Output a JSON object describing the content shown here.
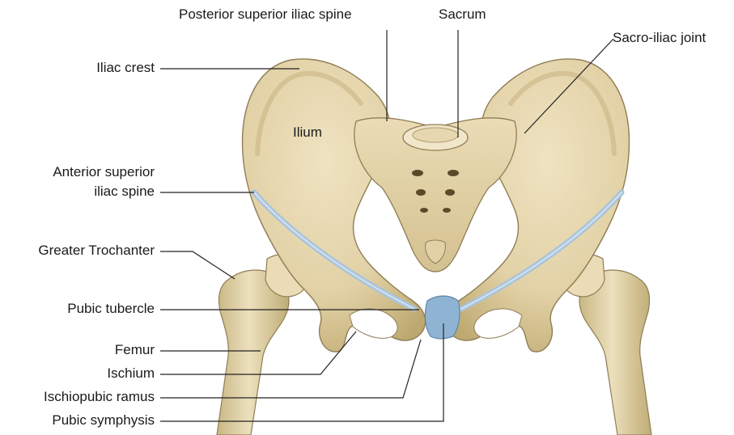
{
  "labels": {
    "posterior_superior_iliac_spine": "Posterior superior iliac spine",
    "sacrum": "Sacrum",
    "sacro_iliac_joint": "Sacro-iliac joint",
    "iliac_crest": "Iliac crest",
    "ilium": "Ilium",
    "anterior_superior_iliac_spine_line1": "Anterior superior",
    "anterior_superior_iliac_spine_line2": "iliac spine",
    "greater_trochanter": "Greater Trochanter",
    "pubic_tubercle": "Pubic tubercle",
    "femur": "Femur",
    "ischium": "Ischium",
    "ischiopubic_ramus": "Ischiopubic ramus",
    "pubic_symphysis": "Pubic symphysis"
  },
  "colors": {
    "bone": "#e6d7b0",
    "bone_shadow": "#b9a77a",
    "bone_outline": "#8f7d55",
    "ligament": "#a9c4dc",
    "symphysis": "#8fb4d3",
    "leader": "#222222"
  }
}
